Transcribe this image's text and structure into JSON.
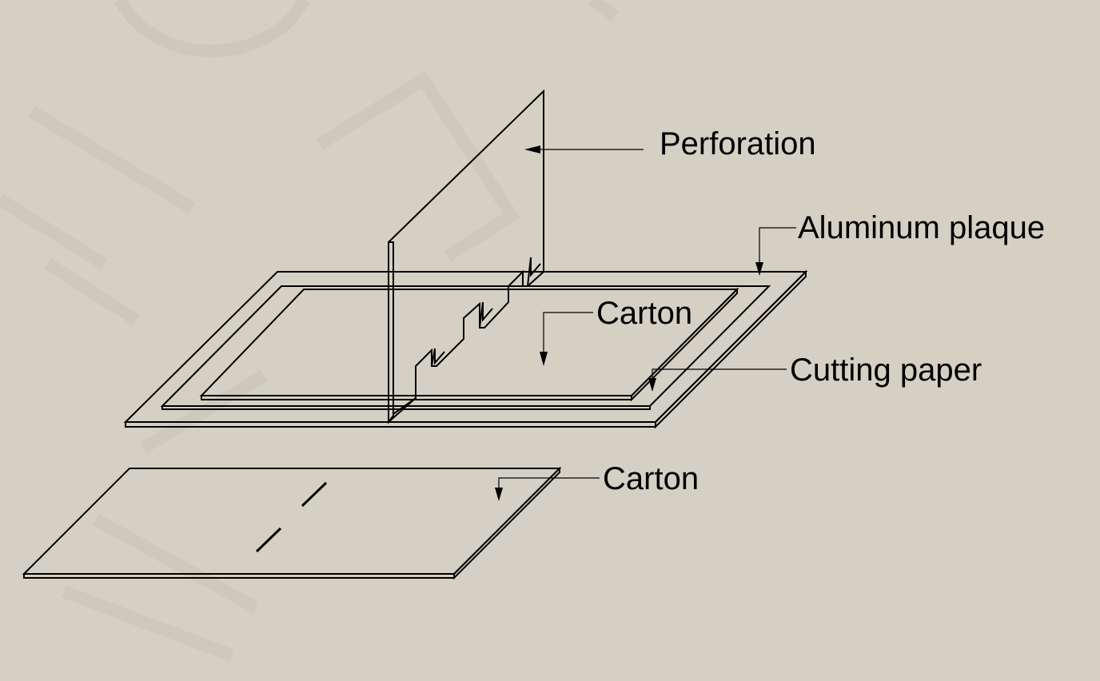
{
  "labels": {
    "perforation": "Perforation",
    "aluminum_plaque": "Aluminum plaque",
    "carton_top": "Carton",
    "cutting_paper": "Cutting paper",
    "carton_bottom": "Carton"
  },
  "colors": {
    "background": "#d4d0c4",
    "line": "#000000",
    "watermark": "#c8c4b8"
  }
}
